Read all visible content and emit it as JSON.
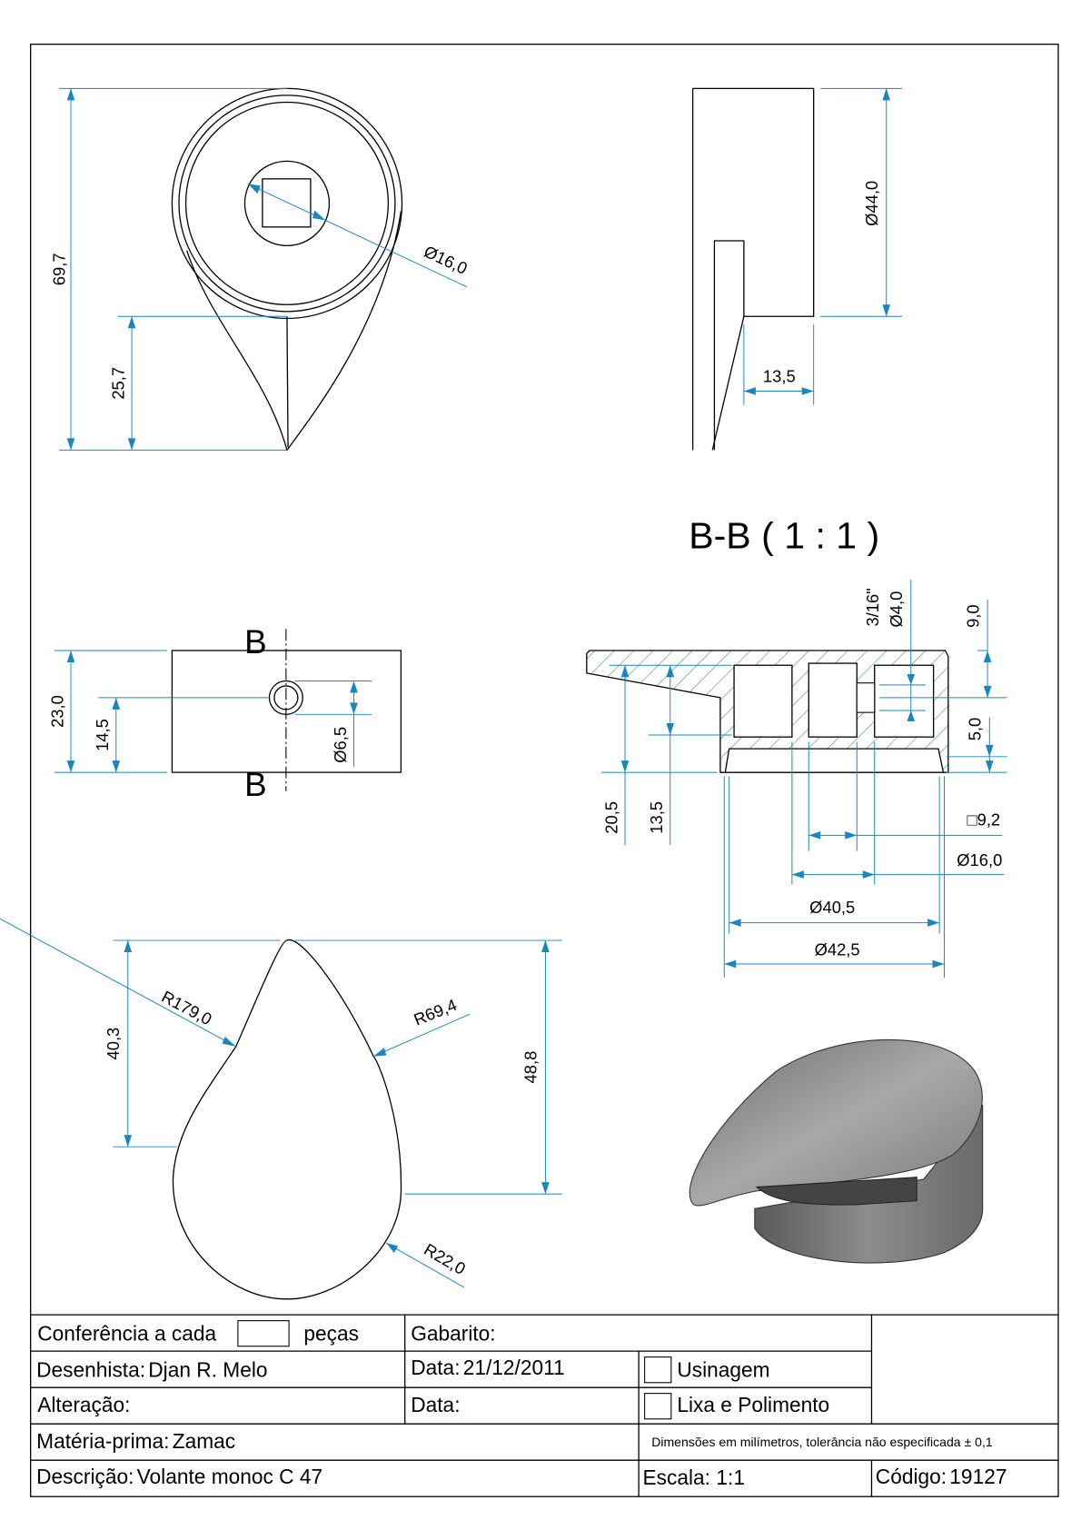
{
  "section_title": "B-B ( 1 : 1 )",
  "section_marker": "B",
  "colors": {
    "dimension": "#1a86c0",
    "hatch": "#2f9a2f",
    "model": "#8a8a8a"
  },
  "dims": {
    "top_height": "69,7",
    "top_tip": "25,7",
    "top_hole_dia": "Ø16,0",
    "side_dia": "Ø44,0",
    "side_step": "13,5",
    "front_height": "23,0",
    "front_hole_height": "14,5",
    "front_hole_dia": "Ø6,5",
    "sec_thread": "3/16\"",
    "sec_hole_dia": "Ø4,0",
    "sec_top": "9,0",
    "sec_bottom": "5,0",
    "sec_depth1": "20,5",
    "sec_depth2": "13,5",
    "sec_square": "□9,2",
    "sec_bore": "Ø16,0",
    "sec_inner": "Ø40,5",
    "sec_outer": "Ø42,5",
    "bot_r1": "R179,0",
    "bot_r2": "R69,4",
    "bot_r3": "R22,0",
    "bot_h1": "40,3",
    "bot_h2": "48,8"
  },
  "title_block": {
    "conferencia_label": "Conferência a cada",
    "pecas_label": "peças",
    "gabarito_label": "Gabarito:",
    "desenhista_label": "Desenhista:",
    "desenhista_value": "Djan R. Melo",
    "data_label": "Data:",
    "data_value": "21/12/2011",
    "usinagem_label": "Usinagem",
    "alteracao_label": "Alteração:",
    "data2_label": "Data:",
    "lixa_label": "Lixa e Polimento",
    "materia_label": "Matéria-prima:",
    "materia_value": "Zamac",
    "tolerancia_note": "Dimensões em milímetros, tolerância não especificada ± 0,1",
    "descricao_label": "Descrição:",
    "descricao_value": "Volante monoc C 47",
    "escala_label": "Escala:",
    "escala_value": "1:1",
    "codigo_label": "Código:",
    "codigo_value": "19127"
  }
}
